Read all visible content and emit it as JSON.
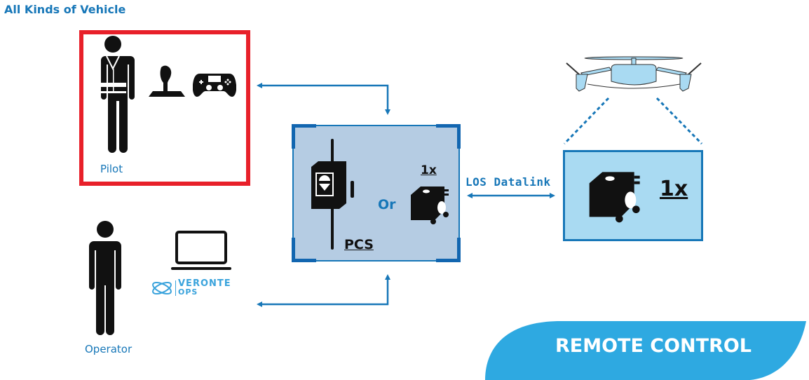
{
  "title": "All Kinds of Vehicle",
  "pilot": {
    "label": "Pilot",
    "icons": [
      "person-vest-icon",
      "joystick-icon",
      "gamepad-icon"
    ]
  },
  "operator": {
    "label": "Operator",
    "icons": [
      "person-icon",
      "laptop-icon"
    ],
    "software_logo": {
      "line1": "VERONTE",
      "line2": "OPS"
    }
  },
  "pcs": {
    "label": "PCS",
    "or_label": "Or",
    "quantity_label": "1x",
    "icons": [
      "pcs-device-icon",
      "autopilot-module-icon"
    ]
  },
  "link": {
    "label": "LOS Datalink"
  },
  "vehicle": {
    "quantity_label": "1x",
    "icons": [
      "uav-icon",
      "autopilot-module-icon"
    ]
  },
  "banner": {
    "text": "REMOTE CONTROL"
  },
  "colors": {
    "accent": "#1777b8",
    "pilot_border": "#e8202a",
    "pcs_fill": "#b5cce3",
    "uav_fill": "#a9daf2",
    "banner": "#2ea9e1"
  }
}
